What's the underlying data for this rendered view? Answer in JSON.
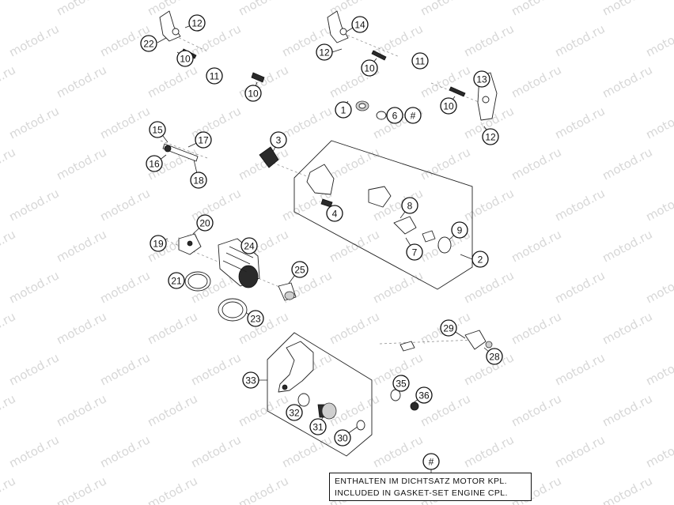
{
  "watermark": "motod.ru",
  "callouts": [
    "1",
    "2",
    "3",
    "4",
    "6",
    "#",
    "7",
    "8",
    "9",
    "10",
    "10",
    "10",
    "10",
    "11",
    "11",
    "12",
    "12",
    "12",
    "13",
    "14",
    "15",
    "16",
    "17",
    "18",
    "19",
    "20",
    "21",
    "22",
    "23",
    "24",
    "25",
    "28",
    "29",
    "30",
    "31",
    "32",
    "33",
    "35",
    "36",
    "#"
  ],
  "note": {
    "line_de": "ENTHALTEN IM DICHTSATZ MOTOR KPL.",
    "line_en": "INCLUDED IN GASKET-SET ENGINE CPL."
  }
}
